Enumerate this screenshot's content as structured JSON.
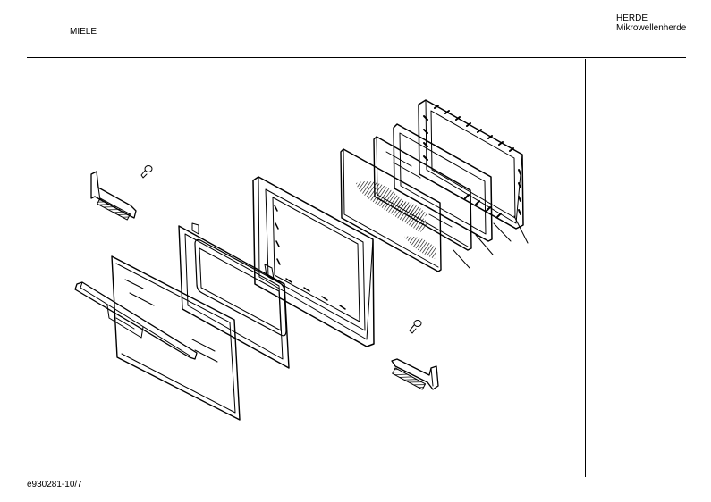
{
  "header": {
    "brand": "MIELE",
    "category": "HERDE",
    "subcategory": "Mikrowellenherde"
  },
  "footer": {
    "drawing_code": "e930281-10/7"
  },
  "colors": {
    "line": "#000000",
    "background": "#ffffff"
  }
}
